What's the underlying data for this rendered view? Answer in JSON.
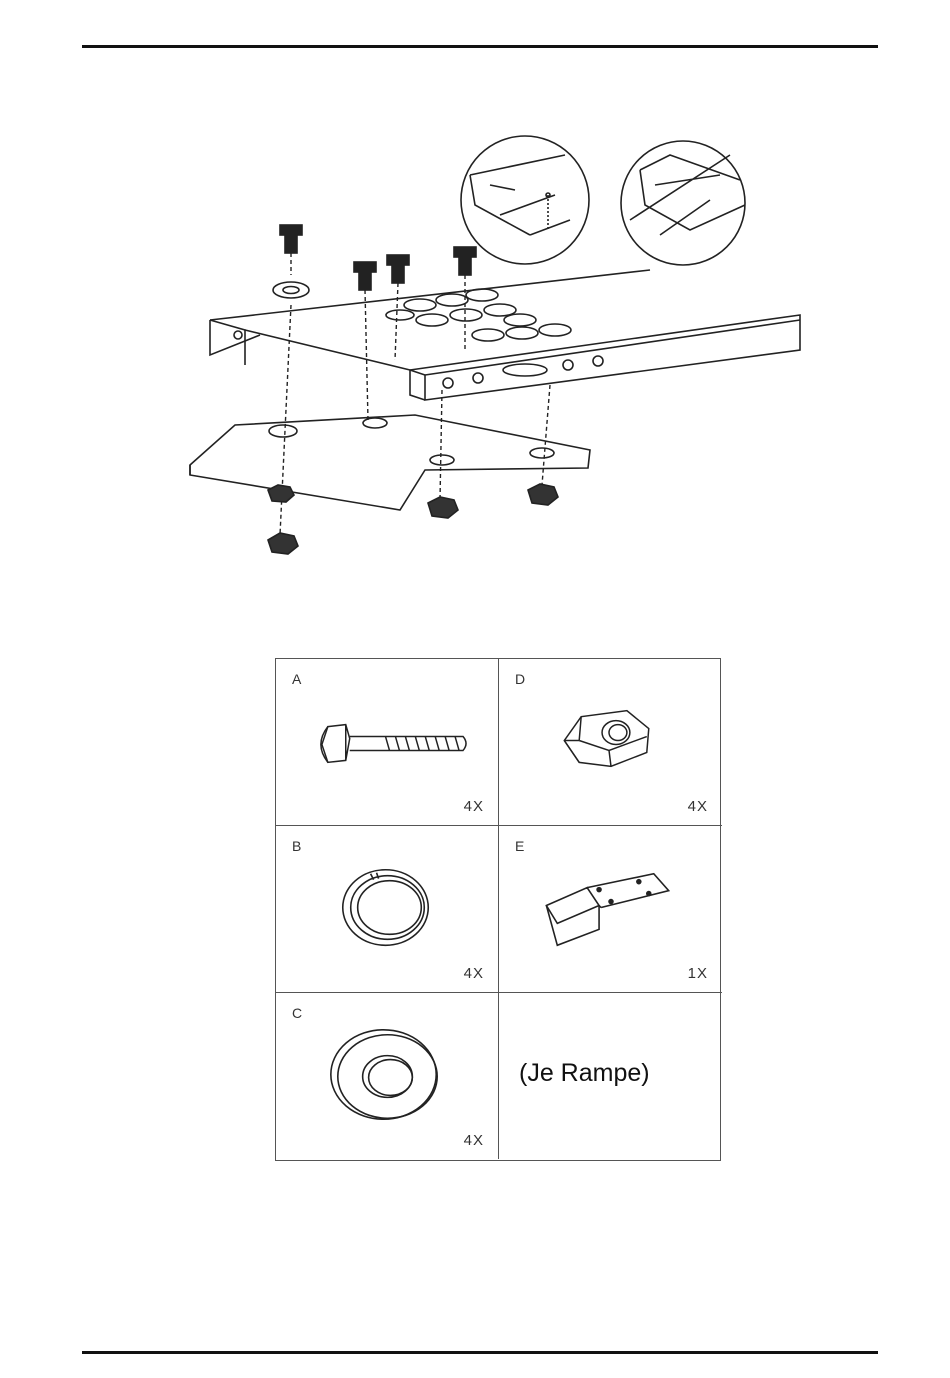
{
  "parts": [
    {
      "letter": "A",
      "quantity": "4X",
      "icon": "bolt-icon"
    },
    {
      "letter": "D",
      "quantity": "4X",
      "icon": "hex-nut-icon"
    },
    {
      "letter": "B",
      "quantity": "4X",
      "icon": "split-lock-washer-icon"
    },
    {
      "letter": "E",
      "quantity": "1X",
      "icon": "bracket-icon"
    },
    {
      "letter": "C",
      "quantity": "4X",
      "icon": "flat-washer-icon"
    }
  ],
  "note": "(Je Rampe)"
}
